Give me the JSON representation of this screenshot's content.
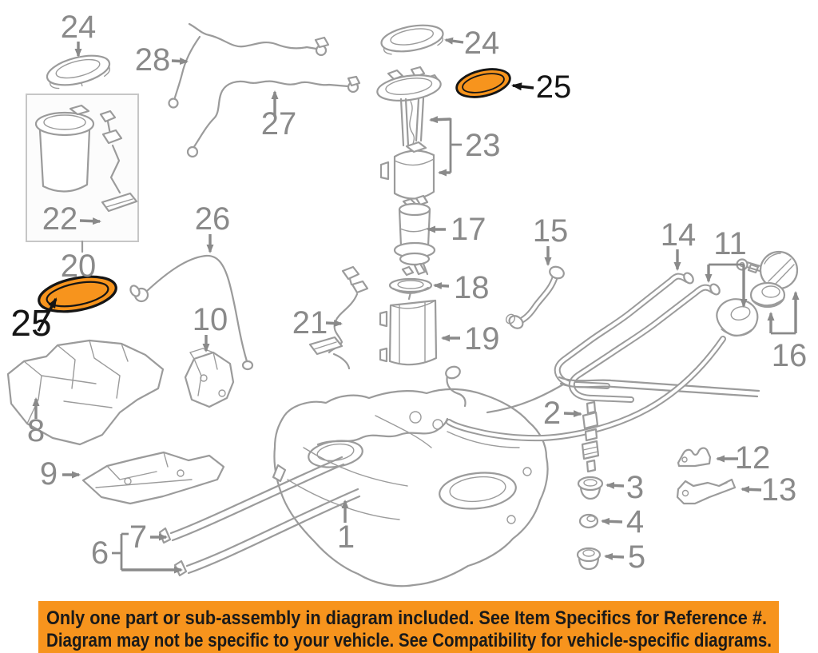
{
  "diagram": {
    "description": "OEM fuel system exploded parts diagram",
    "colors": {
      "line": "#9B9B9B",
      "label": "#8A8A8A",
      "highlight": "#F7941D",
      "highlight_outline": "#151515",
      "callout_black": "#151515",
      "background": "#FFFFFF"
    },
    "part_numbers": {
      "n1": "1",
      "n2": "2",
      "n3": "3",
      "n4": "4",
      "n5": "5",
      "n6": "6",
      "n7": "7",
      "n8": "8",
      "n9": "9",
      "n10": "10",
      "n11": "11",
      "n12": "12",
      "n13": "13",
      "n14": "14",
      "n15": "15",
      "n16": "16",
      "n17": "17",
      "n18": "18",
      "n19": "19",
      "n20": "20",
      "n21": "21",
      "n22": "22",
      "n23": "23",
      "n24a": "24",
      "n24b": "24",
      "n25a": "25",
      "n25b": "25",
      "n26": "26",
      "n27": "27",
      "n28": "28"
    },
    "highlighted_refs": [
      "25",
      "25"
    ]
  },
  "banner": {
    "background": "#F7941D",
    "text_color": "#1A1A1A",
    "line1": "Only one part or sub-assembly in diagram included. See Item Specifics for Reference #.",
    "line2": "Diagram may not be specific to your vehicle. See Compatibility for vehicle-specific diagrams."
  }
}
